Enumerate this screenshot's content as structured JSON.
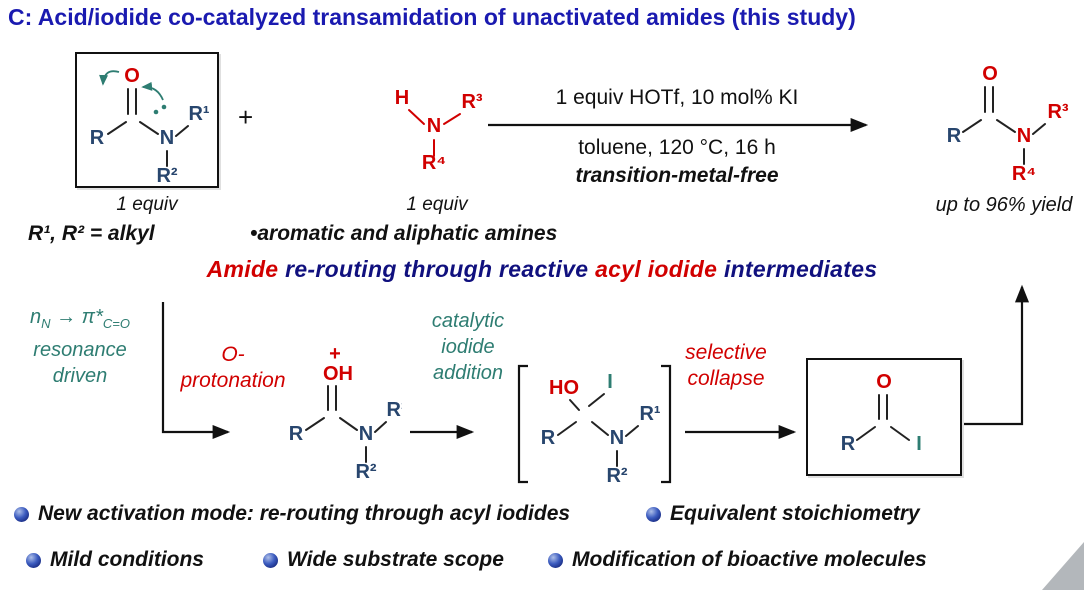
{
  "title": "C: Acid/iodide co-catalyzed transamidation of unactivated amides (this study)",
  "colors": {
    "title_blue": "#1a1ab0",
    "banner_navy": "#10107e",
    "accent_red": "#d10000",
    "accent_teal": "#2e7d72",
    "structure_blue": "#28466e"
  },
  "reaction": {
    "plus": "+",
    "conditions_line1": "1 equiv HOTf, 10 mol% KI",
    "conditions_line2": "toluene, 120 °C, 16 h",
    "conditions_line3": "transition-metal-free",
    "amide_equiv": "1 equiv",
    "amine_equiv": "1 equiv",
    "yield": "up to 96% yield",
    "amide_note": "R¹, R² = alkyl",
    "amine_note": "•aromatic and aliphatic amines"
  },
  "banner": {
    "segments": [
      {
        "text": "Amide "
      },
      {
        "text": "re-routing through reactive "
      },
      {
        "text": "acyl iodide "
      },
      {
        "text": "intermediates"
      }
    ]
  },
  "mechanism": {
    "resonance": {
      "n": "n",
      "sub_n": "N",
      "mid": " → π*",
      "sub_pi": "C=O",
      "line2": "resonance",
      "line3": "driven"
    },
    "step1": [
      "O-",
      "protonation"
    ],
    "step2": [
      "catalytic",
      "iodide",
      "addition"
    ],
    "step3": [
      "selective",
      "collapse"
    ]
  },
  "structures": {
    "amide": {
      "O": "O",
      "R": "R",
      "N": "N",
      "R1": "R¹",
      "R2": "R²"
    },
    "amine": {
      "H": "H",
      "N": "N",
      "R3": "R³",
      "R4": "R⁴"
    },
    "product": {
      "O": "O",
      "R": "R",
      "N": "N",
      "R3": "R³",
      "R4": "R⁴"
    },
    "protonated_amide": {
      "plus": "+",
      "OH": "OH",
      "R": "R",
      "N": "N",
      "R1": "R¹",
      "R2": "R²"
    },
    "tetrahedral_intermediate": {
      "HO": "HO",
      "I": "I",
      "R": "R",
      "N": "N",
      "R1": "R¹",
      "R2": "R²"
    },
    "acyl_iodide": {
      "O": "O",
      "R": "R",
      "I": "I"
    }
  },
  "bullets": [
    "New activation mode: re-routing through acyl iodides",
    "Equivalent stoichiometry",
    "Mild conditions",
    "Wide substrate scope",
    "Modification of bioactive molecules"
  ]
}
